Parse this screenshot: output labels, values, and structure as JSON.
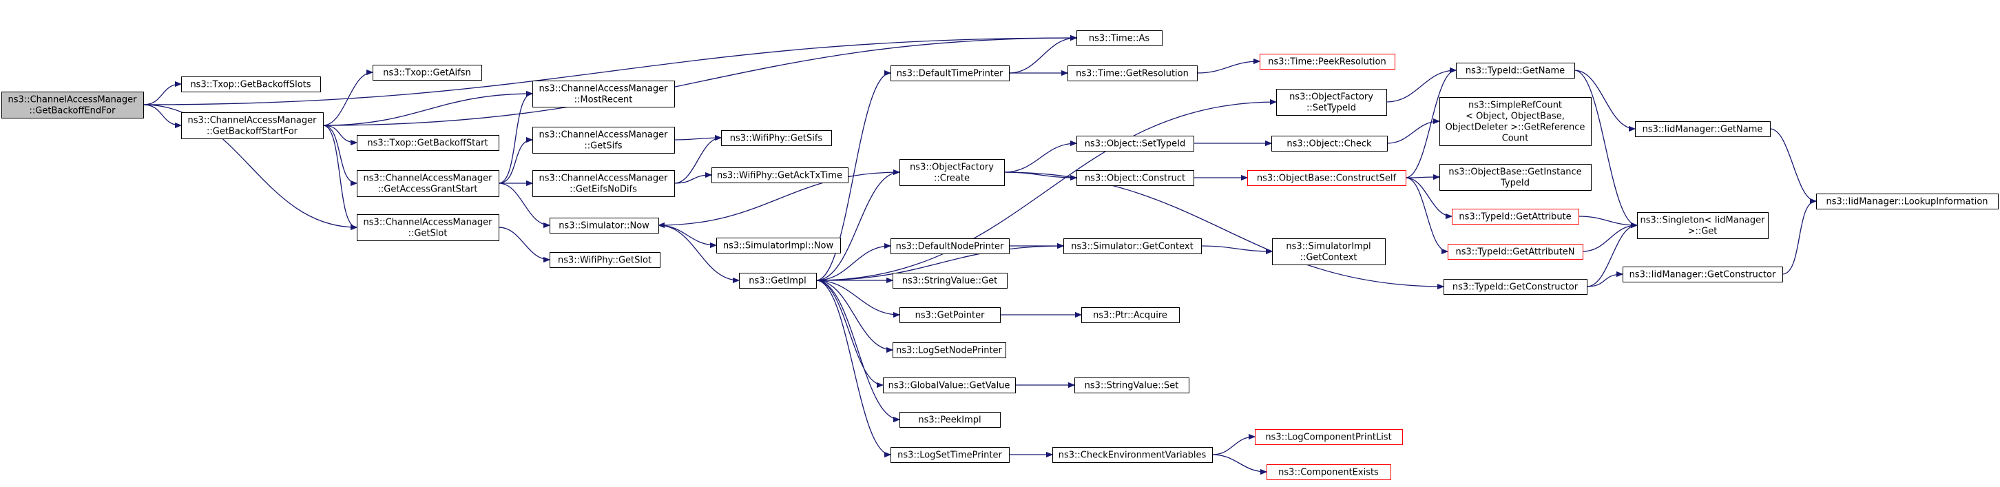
{
  "diagram": {
    "type": "call-graph",
    "edge_color": "#191970",
    "truncated_node_color": "#ff0000",
    "root_node_fill": "#bfbfbf",
    "nodes": [
      {
        "id": "root",
        "lines": [
          "ns3::ChannelAccessManager",
          "::GetBackoffEndFor"
        ],
        "style": "root"
      },
      {
        "id": "txop_slots",
        "lines": [
          "ns3::Txop::GetBackoffSlots"
        ]
      },
      {
        "id": "cam_startfor",
        "lines": [
          "ns3::ChannelAccessManager",
          "::GetBackoffStartFor"
        ]
      },
      {
        "id": "cam_slot",
        "lines": [
          "ns3::ChannelAccessManager",
          "::GetSlot"
        ]
      },
      {
        "id": "txop_aifsn",
        "lines": [
          "ns3::Txop::GetAifsn"
        ]
      },
      {
        "id": "cam_mostrecent",
        "lines": [
          "ns3::ChannelAccessManager",
          "::MostRecent"
        ]
      },
      {
        "id": "txop_start",
        "lines": [
          "ns3::Txop::GetBackoffStart"
        ]
      },
      {
        "id": "cam_grant",
        "lines": [
          "ns3::ChannelAccessManager",
          "::GetAccessGrantStart"
        ]
      },
      {
        "id": "cam_sifs",
        "lines": [
          "ns3::ChannelAccessManager",
          "::GetSifs"
        ]
      },
      {
        "id": "cam_eifs",
        "lines": [
          "ns3::ChannelAccessManager",
          "::GetEifsNoDifs"
        ]
      },
      {
        "id": "sim_now",
        "lines": [
          "ns3::Simulator::Now"
        ]
      },
      {
        "id": "wifi_slot",
        "lines": [
          "ns3::WifiPhy::GetSlot"
        ]
      },
      {
        "id": "wifi_sifs",
        "lines": [
          "ns3::WifiPhy::GetSifs"
        ]
      },
      {
        "id": "wifi_ack",
        "lines": [
          "ns3::WifiPhy::GetAckTxTime"
        ]
      },
      {
        "id": "simimpl_now",
        "lines": [
          "ns3::SimulatorImpl::Now"
        ]
      },
      {
        "id": "getimpl",
        "lines": [
          "ns3::GetImpl"
        ]
      },
      {
        "id": "def_time",
        "lines": [
          "ns3::DefaultTimePrinter"
        ]
      },
      {
        "id": "objf_create",
        "lines": [
          "ns3::ObjectFactory",
          "::Create"
        ]
      },
      {
        "id": "def_node",
        "lines": [
          "ns3::DefaultNodePrinter"
        ]
      },
      {
        "id": "strval_get",
        "lines": [
          "ns3::StringValue::Get"
        ]
      },
      {
        "id": "getpointer",
        "lines": [
          "ns3::GetPointer"
        ]
      },
      {
        "id": "lognode",
        "lines": [
          "ns3::LogSetNodePrinter"
        ]
      },
      {
        "id": "globval",
        "lines": [
          "ns3::GlobalValue::GetValue"
        ]
      },
      {
        "id": "peekimpl",
        "lines": [
          "ns3::PeekImpl"
        ]
      },
      {
        "id": "logtime",
        "lines": [
          "ns3::LogSetTimePrinter"
        ]
      },
      {
        "id": "time_as",
        "lines": [
          "ns3::Time::As"
        ]
      },
      {
        "id": "time_res",
        "lines": [
          "ns3::Time::GetResolution"
        ]
      },
      {
        "id": "time_peek",
        "lines": [
          "ns3::Time::PeekResolution"
        ],
        "style": "trunc"
      },
      {
        "id": "obj_settypeid",
        "lines": [
          "ns3::Object::SetTypeId"
        ]
      },
      {
        "id": "obj_construct",
        "lines": [
          "ns3::Object::Construct"
        ]
      },
      {
        "id": "sim_context",
        "lines": [
          "ns3::Simulator::GetContext"
        ]
      },
      {
        "id": "ptr_acquire",
        "lines": [
          "ns3::Ptr::Acquire"
        ]
      },
      {
        "id": "strval_set",
        "lines": [
          "ns3::StringValue::Set"
        ]
      },
      {
        "id": "checkenv",
        "lines": [
          "ns3::CheckEnvironmentVariables"
        ]
      },
      {
        "id": "objf_settypeid",
        "lines": [
          "ns3::ObjectFactory",
          "::SetTypeId"
        ]
      },
      {
        "id": "obj_check",
        "lines": [
          "ns3::Object::Check"
        ]
      },
      {
        "id": "objbase_construct",
        "lines": [
          "ns3::ObjectBase::ConstructSelf"
        ],
        "style": "trunc"
      },
      {
        "id": "simimpl_context",
        "lines": [
          "ns3::SimulatorImpl",
          "::GetContext"
        ]
      },
      {
        "id": "log_printlist",
        "lines": [
          "ns3::LogComponentPrintList"
        ],
        "style": "trunc"
      },
      {
        "id": "comp_exists",
        "lines": [
          "ns3::ComponentExists"
        ],
        "style": "trunc"
      },
      {
        "id": "typeid_getname",
        "lines": [
          "ns3::TypeId::GetName"
        ]
      },
      {
        "id": "simpleref",
        "lines": [
          "ns3::SimpleRefCount",
          "< Object, ObjectBase,",
          " ObjectDeleter >::GetReference",
          "Count"
        ]
      },
      {
        "id": "objbase_instance",
        "lines": [
          "ns3::ObjectBase::GetInstance",
          "TypeId"
        ]
      },
      {
        "id": "typeid_getattr",
        "lines": [
          "ns3::TypeId::GetAttribute"
        ],
        "style": "trunc"
      },
      {
        "id": "typeid_getattrn",
        "lines": [
          "ns3::TypeId::GetAttributeN"
        ],
        "style": "trunc"
      },
      {
        "id": "typeid_getctor",
        "lines": [
          "ns3::TypeId::GetConstructor"
        ]
      },
      {
        "id": "iid_getname",
        "lines": [
          "ns3::IidManager::GetName"
        ]
      },
      {
        "id": "singleton",
        "lines": [
          "ns3::Singleton< IidManager",
          " >::Get"
        ]
      },
      {
        "id": "iid_getctor",
        "lines": [
          "ns3::IidManager::GetConstructor"
        ]
      },
      {
        "id": "iid_lookup",
        "lines": [
          "ns3::IidManager::LookupInformation"
        ]
      }
    ],
    "edges": [
      [
        "root",
        "time_as"
      ],
      [
        "root",
        "txop_slots"
      ],
      [
        "root",
        "cam_startfor"
      ],
      [
        "root",
        "cam_slot"
      ],
      [
        "cam_startfor",
        "time_as"
      ],
      [
        "cam_startfor",
        "txop_aifsn"
      ],
      [
        "cam_startfor",
        "cam_mostrecent"
      ],
      [
        "cam_startfor",
        "txop_start"
      ],
      [
        "cam_startfor",
        "cam_grant"
      ],
      [
        "cam_startfor",
        "cam_slot"
      ],
      [
        "cam_grant",
        "cam_mostrecent"
      ],
      [
        "cam_grant",
        "cam_sifs"
      ],
      [
        "cam_grant",
        "cam_eifs"
      ],
      [
        "cam_grant",
        "sim_now"
      ],
      [
        "cam_slot",
        "wifi_slot"
      ],
      [
        "cam_sifs",
        "wifi_sifs"
      ],
      [
        "cam_eifs",
        "wifi_sifs"
      ],
      [
        "cam_eifs",
        "wifi_ack"
      ],
      [
        "sim_now",
        "simimpl_now"
      ],
      [
        "sim_now",
        "getimpl"
      ],
      [
        "getimpl",
        "def_time"
      ],
      [
        "getimpl",
        "objf_create"
      ],
      [
        "getimpl",
        "def_node"
      ],
      [
        "getimpl",
        "strval_get"
      ],
      [
        "getimpl",
        "getpointer"
      ],
      [
        "getimpl",
        "lognode"
      ],
      [
        "getimpl",
        "globval"
      ],
      [
        "getimpl",
        "peekimpl"
      ],
      [
        "getimpl",
        "logtime"
      ],
      [
        "getimpl",
        "objf_settypeid"
      ],
      [
        "getimpl",
        "sim_context"
      ],
      [
        "def_time",
        "time_as"
      ],
      [
        "def_time",
        "time_res"
      ],
      [
        "time_res",
        "time_peek"
      ],
      [
        "objf_create",
        "sim_now"
      ],
      [
        "objf_create",
        "obj_settypeid"
      ],
      [
        "objf_create",
        "obj_construct"
      ],
      [
        "objf_create",
        "typeid_getctor"
      ],
      [
        "def_node",
        "sim_context"
      ],
      [
        "sim_context",
        "simimpl_context"
      ],
      [
        "getpointer",
        "ptr_acquire"
      ],
      [
        "globval",
        "strval_set"
      ],
      [
        "logtime",
        "checkenv"
      ],
      [
        "checkenv",
        "log_printlist"
      ],
      [
        "checkenv",
        "comp_exists"
      ],
      [
        "obj_settypeid",
        "obj_check"
      ],
      [
        "obj_construct",
        "objbase_construct"
      ],
      [
        "obj_check",
        "simpleref"
      ],
      [
        "objf_settypeid",
        "typeid_getname"
      ],
      [
        "objbase_construct",
        "typeid_getname"
      ],
      [
        "objbase_construct",
        "objbase_instance"
      ],
      [
        "objbase_construct",
        "typeid_getattr"
      ],
      [
        "objbase_construct",
        "typeid_getattrn"
      ],
      [
        "typeid_getname",
        "iid_getname"
      ],
      [
        "typeid_getname",
        "singleton"
      ],
      [
        "typeid_getattr",
        "singleton"
      ],
      [
        "typeid_getattrn",
        "singleton"
      ],
      [
        "typeid_getctor",
        "singleton"
      ],
      [
        "typeid_getctor",
        "iid_getctor"
      ],
      [
        "iid_getname",
        "iid_lookup"
      ],
      [
        "iid_getctor",
        "iid_lookup"
      ]
    ]
  }
}
